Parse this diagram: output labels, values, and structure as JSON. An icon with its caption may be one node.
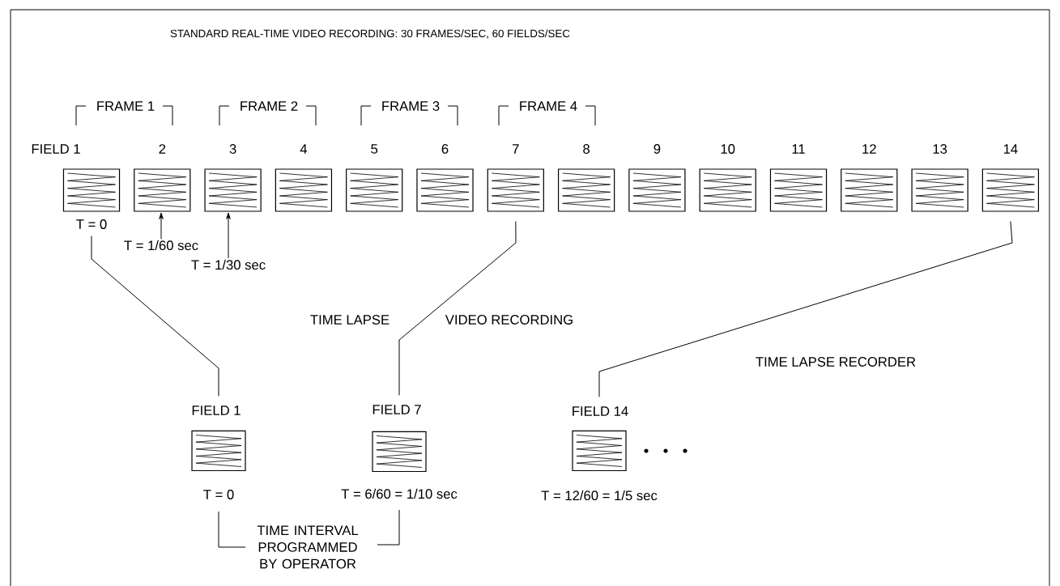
{
  "diagram": {
    "title": "STANDARD REAL-TIME  VIDEO RECORDING: 30 FRAMES/SEC, 60 FIELDS/SEC",
    "nodes": [
      {
        "text": [
          "FIELD 1"
        ],
        "beside": [
          "T = 0"
        ]
      },
      {
        "text": [
          "2"
        ]
      },
      {
        "text": [
          "3"
        ]
      },
      {
        "text": [
          "4"
        ]
      },
      {
        "text": [
          "5"
        ]
      },
      {
        "text": [
          "6"
        ]
      },
      {
        "text": [
          "7"
        ]
      },
      {
        "text": [
          "8"
        ]
      },
      {
        "text": [
          "9"
        ]
      },
      {
        "text": [
          "10"
        ]
      },
      {
        "text": [
          "11"
        ]
      },
      {
        "text": [
          "12"
        ]
      },
      {
        "text": [
          "13"
        ]
      },
      {
        "text": [
          "14"
        ]
      },
      {
        "text": [
          "T = 1/60 sec"
        ]
      },
      {
        "text": [
          "T = 1/30 sec"
        ]
      },
      {
        "text": [
          "FIELD 1"
        ],
        "beside": [
          "T = 0"
        ]
      },
      {
        "text": [
          "FIELD 7"
        ],
        "beside": [
          "T = 6/60 = 1/10 sec"
        ]
      },
      {
        "text": [
          "FIELD 14"
        ],
        "beside": [
          "T = 12/60 = 1/5 sec"
        ]
      }
    ],
    "edges": [
      {
        "from": 14,
        "to": 1,
        "arrow": "to"
      },
      {
        "from": 15,
        "to": 2,
        "arrow": "to"
      },
      {
        "from": 0,
        "to": 16,
        "arrow": "none"
      },
      {
        "from": 6,
        "to": 17,
        "arrow": "none"
      },
      {
        "from": 13,
        "to": 18,
        "arrow": "none"
      }
    ],
    "labels": [
      "FRAME 1",
      "FRAME 2",
      "FRAME 3",
      "FRAME 4",
      "TIME LAPSE",
      "VIDEO RECORDING",
      "TIME LAPSE RECORDER",
      "TIME INTERVAL PROGRAMMED BY OPERATOR"
    ]
  }
}
